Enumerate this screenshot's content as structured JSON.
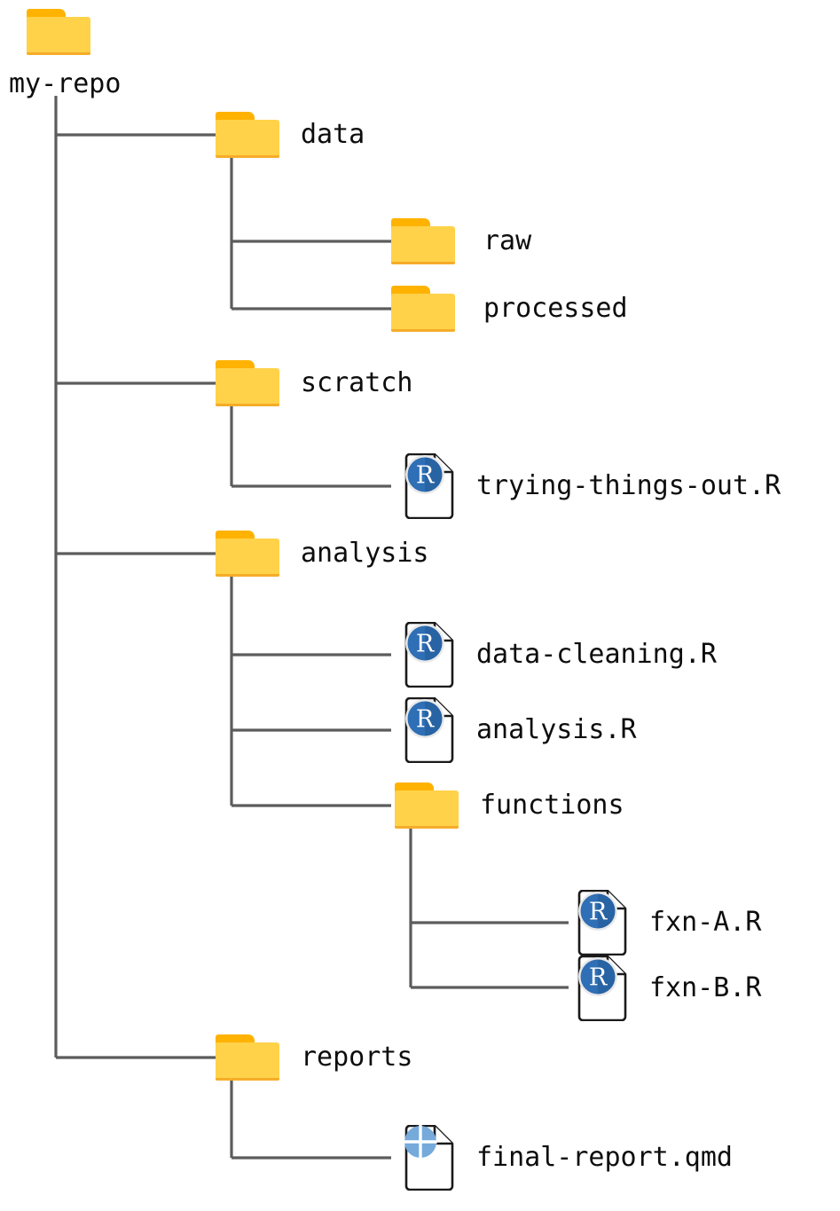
{
  "diagram": {
    "title": "my-repo project folder structure",
    "type": "file-tree",
    "background_color": "#ffffff",
    "line_color": "#5c5c5c",
    "text_color": "#0d0d0d",
    "folder_color": "#FFD24A",
    "folder_tab_color": "#FFB200",
    "r_badge_color": "#2b6cb0",
    "quarto_color": "#75AADB"
  },
  "root": {
    "label": "my-repo",
    "icon": "folder-icon",
    "kind": "folder"
  },
  "nodes": [
    {
      "label": "data",
      "icon": "folder-icon",
      "kind": "folder",
      "depth": 1
    },
    {
      "label": "raw",
      "icon": "folder-icon",
      "kind": "folder",
      "depth": 2
    },
    {
      "label": "processed",
      "icon": "folder-icon",
      "kind": "folder",
      "depth": 2
    },
    {
      "label": "scratch",
      "icon": "folder-icon",
      "kind": "folder",
      "depth": 1
    },
    {
      "label": "trying-things-out.R",
      "icon": "r-file-icon",
      "kind": "file",
      "depth": 2
    },
    {
      "label": "analysis",
      "icon": "folder-icon",
      "kind": "folder",
      "depth": 1
    },
    {
      "label": "data-cleaning.R",
      "icon": "r-file-icon",
      "kind": "file",
      "depth": 2
    },
    {
      "label": "analysis.R",
      "icon": "r-file-icon",
      "kind": "file",
      "depth": 2
    },
    {
      "label": "functions",
      "icon": "folder-icon",
      "kind": "folder",
      "depth": 2
    },
    {
      "label": "fxn-A.R",
      "icon": "r-file-icon",
      "kind": "file",
      "depth": 3
    },
    {
      "label": "fxn-B.R",
      "icon": "r-file-icon",
      "kind": "file",
      "depth": 3
    },
    {
      "label": "reports",
      "icon": "folder-icon",
      "kind": "folder",
      "depth": 1
    },
    {
      "label": "final-report.qmd",
      "icon": "quarto-file-icon",
      "kind": "file",
      "depth": 2
    }
  ]
}
